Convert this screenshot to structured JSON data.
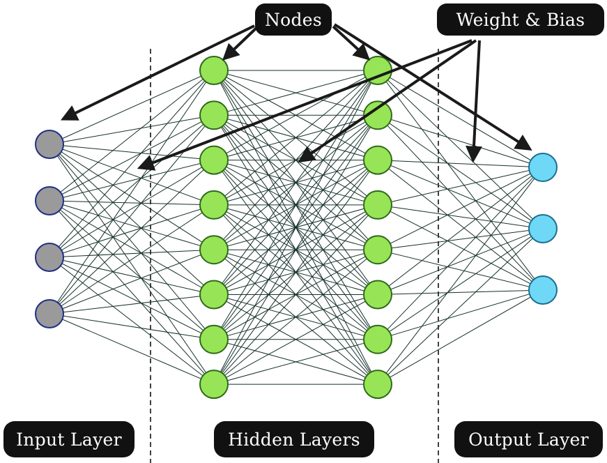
{
  "callouts": {
    "nodes": "Nodes",
    "weight_bias": "Weight & Bias"
  },
  "layers": {
    "input": "Input Layer",
    "hidden": "Hidden Layers",
    "output": "Output Layer"
  },
  "network": {
    "input_nodes": 4,
    "hidden1_nodes": 8,
    "hidden2_nodes": 8,
    "output_nodes": 3,
    "fully_connected": true
  },
  "colors": {
    "input_node": "#9a9a9a",
    "input_node_border": "#1f2f86",
    "hidden_node": "#97e556",
    "hidden_node_border": "#2f6a1a",
    "output_node": "#6fd8f7",
    "output_node_border": "#1c6f8f",
    "connection": "#15302a",
    "arrow": "#1a1a1a",
    "label_background": "#111111",
    "label_text": "#ffffff"
  }
}
